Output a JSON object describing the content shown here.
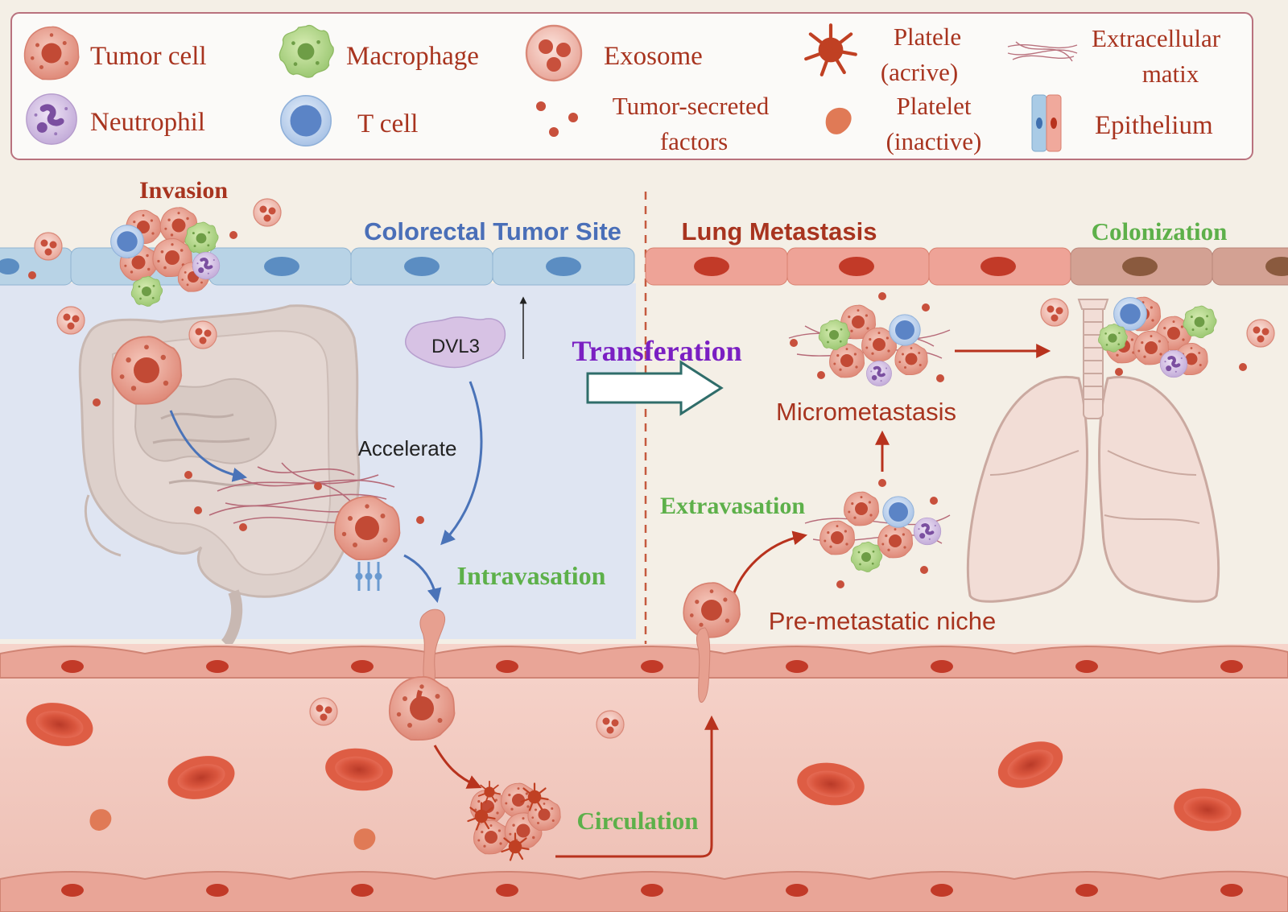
{
  "legend": {
    "items": [
      {
        "icon": "tumor-cell-icon",
        "label": "Tumor cell"
      },
      {
        "icon": "macrophage-icon",
        "label": "Macrophage"
      },
      {
        "icon": "exosome-icon",
        "label": "Exosome"
      },
      {
        "icon": "platelet-active-icon",
        "label": "Platele\n(acrive)"
      },
      {
        "icon": "extracellular-matrix-icon",
        "label": "Extracellular\nmatix"
      },
      {
        "icon": "neutrophil-icon",
        "label": "Neutrophil"
      },
      {
        "icon": "t-cell-icon",
        "label": "T cell"
      },
      {
        "icon": "tumor-secreted-factors-icon",
        "label": "Tumor-secreted\nfactors"
      },
      {
        "icon": "platelet-inactive-icon",
        "label": "Platelet\n(inactive)"
      },
      {
        "icon": "epithelium-icon",
        "label": "Epithelium"
      }
    ]
  },
  "labels": {
    "invasion": "Invasion",
    "colorectal_site": "Colorectal Tumor Site",
    "lung_metastasis": "Lung Metastasis",
    "colonization": "Colonization",
    "dvl3": "DVL3",
    "accelerate": "Accelerate",
    "transferation": "Transferation",
    "micrometastasis": "Micrometastasis",
    "extravasation": "Extravasation",
    "intravasation": "Intravasation",
    "pre_metastatic_niche": "Pre-metastatic niche",
    "circulation": "Circulation"
  },
  "colors": {
    "dark_red": "#a8341f",
    "blue_label": "#4a6fb8",
    "green_label": "#5db04a",
    "purple_label": "#7a1fc2",
    "tumor_fill": "#e59a8b",
    "vessel": "#f0bfb4",
    "epithelium_blue": "#b8d3e6",
    "panel_blue": "#dfe5f2"
  }
}
